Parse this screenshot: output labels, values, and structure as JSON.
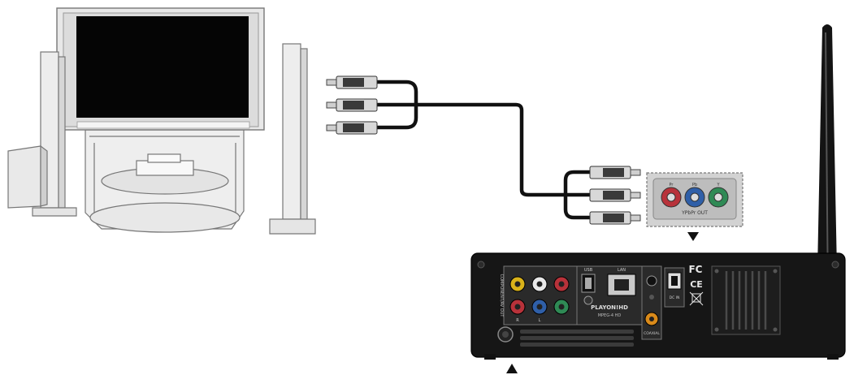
{
  "diagram": {
    "type": "connection-diagram",
    "colors": {
      "component_red": "#b8323a",
      "component_blue": "#2f5fa8",
      "component_green": "#2f8a55",
      "composite_yellow": "#d9b21a",
      "cable": "#111111",
      "device_body": "#161616",
      "panel_bg": "#cfcfcf"
    },
    "inset": {
      "label": "YPbPr OUT",
      "jack_labels": [
        "Pr",
        "Pb",
        "Y"
      ]
    },
    "device": {
      "model_text": "PLAYON!HD",
      "model_sub": "MPEG-4 HD",
      "ports": {
        "av_block_label": "COMPONENT/AV OUT",
        "audio_labels": [
          "R",
          "L"
        ],
        "usb_label": "USB",
        "lan_label": "LAN",
        "coaxial_label": "COAXIAL",
        "power_label": "DC IN"
      },
      "cert_marks": [
        "FC",
        "CE"
      ]
    },
    "nodes": [
      "television",
      "left-speaker",
      "right-speaker",
      "subwoofer",
      "tv-stand",
      "component-cable",
      "media-player",
      "antenna"
    ],
    "markers": [
      "inset-pointer-down",
      "device-pointer-up"
    ]
  }
}
